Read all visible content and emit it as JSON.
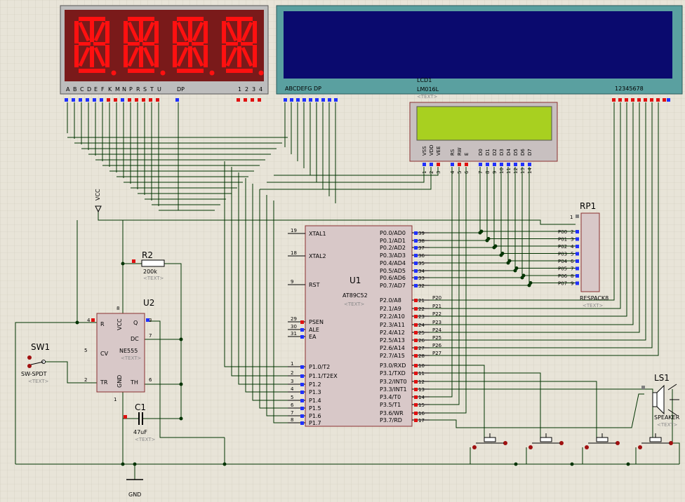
{
  "display7seg": {
    "seg_labels": [
      "A",
      "B",
      "C",
      "D",
      "E",
      "F",
      "K",
      "M",
      "N",
      "P",
      "R",
      "S",
      "T",
      "U",
      "DP"
    ],
    "digit_labels": [
      "1",
      "2",
      "3",
      "4"
    ],
    "seg_color": "#ff1010",
    "body_color": "#7a1a1a"
  },
  "lcd_big": {
    "left_labels": "ABCDEFG  DP",
    "right_labels": "12345678",
    "screen_color": "#0a0a6e",
    "frame_color": "#5aa0a0"
  },
  "lcd_small": {
    "ref": "LCD1",
    "model": "LM016L",
    "text": "<TEXT>",
    "screen_color": "#a8d020",
    "pin_names": [
      "VSS",
      "VDD",
      "VEE",
      "RS",
      "RW",
      "E",
      "D0",
      "D1",
      "D2",
      "D3",
      "D4",
      "D5",
      "D6",
      "D7"
    ],
    "pin_nums": [
      "1",
      "2",
      "3",
      "4",
      "5",
      "6",
      "7",
      "8",
      "9",
      "10",
      "11",
      "12",
      "13",
      "14"
    ]
  },
  "u1": {
    "ref": "U1",
    "model": "AT89C52",
    "text": "<TEXT>",
    "left_pins": [
      {
        "num": "19",
        "name": "XTAL1"
      },
      {
        "num": "18",
        "name": "XTAL2"
      },
      {
        "num": "9",
        "name": "RST"
      },
      {
        "num": "29",
        "name": "PSEN"
      },
      {
        "num": "30",
        "name": "ALE"
      },
      {
        "num": "31",
        "name": "EA"
      },
      {
        "num": "1",
        "name": "P1.0/T2"
      },
      {
        "num": "2",
        "name": "P1.1/T2EX"
      },
      {
        "num": "3",
        "name": "P1.2"
      },
      {
        "num": "4",
        "name": "P1.3"
      },
      {
        "num": "5",
        "name": "P1.4"
      },
      {
        "num": "6",
        "name": "P1.5"
      },
      {
        "num": "7",
        "name": "P1.6"
      },
      {
        "num": "8",
        "name": "P1.7"
      }
    ],
    "right_pins": [
      {
        "num": "39",
        "name": "P0.0/AD0",
        "net": ""
      },
      {
        "num": "38",
        "name": "P0.1/AD1",
        "net": ""
      },
      {
        "num": "37",
        "name": "P0.2/AD2",
        "net": ""
      },
      {
        "num": "36",
        "name": "P0.3/AD3",
        "net": ""
      },
      {
        "num": "35",
        "name": "P0.4/AD4",
        "net": ""
      },
      {
        "num": "34",
        "name": "P0.5/AD5",
        "net": ""
      },
      {
        "num": "33",
        "name": "P0.6/AD6",
        "net": ""
      },
      {
        "num": "32",
        "name": "P0.7/AD7",
        "net": ""
      },
      {
        "num": "21",
        "name": "P2.0/A8",
        "net": "P20"
      },
      {
        "num": "22",
        "name": "P2.1/A9",
        "net": "P21"
      },
      {
        "num": "23",
        "name": "P2.2/A10",
        "net": "P22"
      },
      {
        "num": "24",
        "name": "P2.3/A11",
        "net": "P23"
      },
      {
        "num": "25",
        "name": "P2.4/A12",
        "net": "P24"
      },
      {
        "num": "26",
        "name": "P2.5/A13",
        "net": "P25"
      },
      {
        "num": "27",
        "name": "P2.6/A14",
        "net": "P26"
      },
      {
        "num": "28",
        "name": "P2.7/A15",
        "net": "P27"
      },
      {
        "num": "10",
        "name": "P3.0/RXD",
        "net": ""
      },
      {
        "num": "11",
        "name": "P3.1/TXD",
        "net": ""
      },
      {
        "num": "12",
        "name": "P3.2/INT0",
        "net": ""
      },
      {
        "num": "13",
        "name": "P3.3/INT1",
        "net": ""
      },
      {
        "num": "14",
        "name": "P3.4/T0",
        "net": ""
      },
      {
        "num": "15",
        "name": "P3.5/T1",
        "net": ""
      },
      {
        "num": "16",
        "name": "P3.6/WR",
        "net": ""
      },
      {
        "num": "17",
        "name": "P3.7/RD",
        "net": ""
      }
    ]
  },
  "rp1": {
    "ref": "RP1",
    "model": "RESPACK8",
    "text": "<TEXT>",
    "pin1": "1",
    "pins": [
      "P00",
      "P01",
      "P02",
      "P03",
      "P04",
      "P05",
      "P06",
      "P07"
    ],
    "nums": [
      "2",
      "3",
      "4",
      "5",
      "6",
      "7",
      "8",
      "9"
    ]
  },
  "u2": {
    "ref": "U2",
    "model": "NE555",
    "text": "<TEXT>",
    "pins": {
      "r": "R",
      "vcc": "VCC",
      "q": "Q",
      "dc": "DC",
      "cv": "CV",
      "th": "TH",
      "tr": "TR",
      "gnd": "GND"
    },
    "nums": {
      "r": "4",
      "vcc": "8",
      "q": "3",
      "dc": "7",
      "cv": "5",
      "th": "6",
      "tr": "2",
      "gnd": "1"
    }
  },
  "r2": {
    "ref": "R2",
    "value": "200k",
    "text": "<TEXT>"
  },
  "c1": {
    "ref": "C1",
    "value": "47uF",
    "text": "<TEXT>"
  },
  "sw1": {
    "ref": "SW1",
    "model": "SW-SPDT",
    "text": "<TEXT>"
  },
  "ls1": {
    "ref": "LS1",
    "model": "SPEAKER",
    "text": "<TEXT>"
  },
  "vcc": {
    "label": "VCC"
  },
  "gnd": {
    "label": "GND"
  },
  "colors": {
    "background": "#e8e4d8",
    "grid": "#cfcabb",
    "wire": "#003300",
    "chip": "#d8c8c8",
    "pin_blue": "#2030ff",
    "pin_red": "#e01010"
  }
}
